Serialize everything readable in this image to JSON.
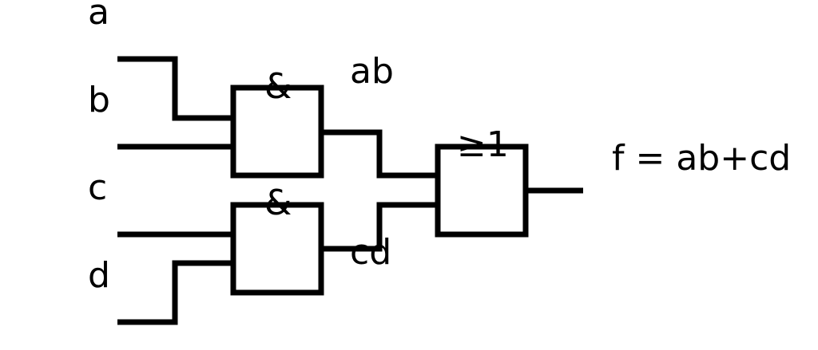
{
  "inputs": {
    "a": "a",
    "b": "b",
    "c": "c",
    "d": "d"
  },
  "gates": {
    "and_top": "&",
    "and_bottom": "&",
    "or": "≥1"
  },
  "intermediate": {
    "ab": "ab",
    "cd": "cd"
  },
  "output": {
    "expression": "f = ab+cd"
  }
}
